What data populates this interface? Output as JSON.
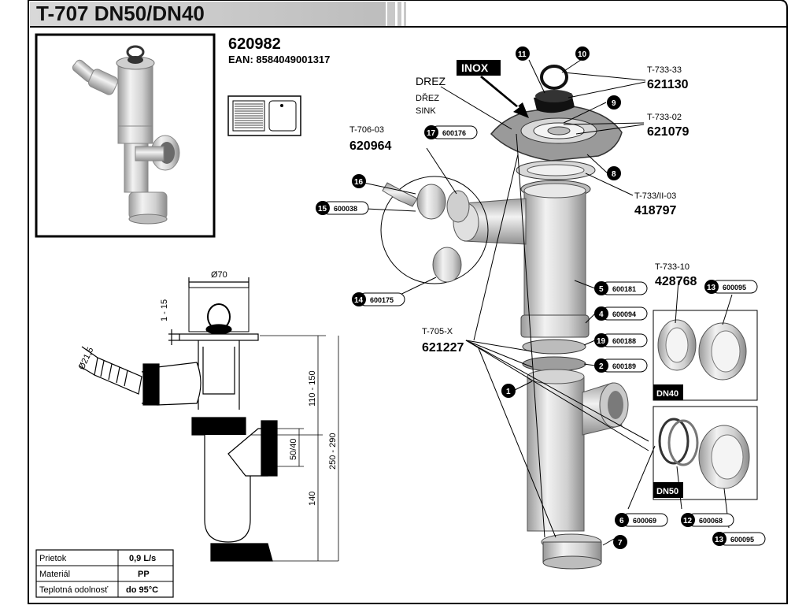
{
  "header": {
    "product_code": "T-707 DN50/DN40"
  },
  "article": {
    "number": "620982",
    "ean": "EAN: 8584049001317"
  },
  "labels": {
    "drez": "DREZ",
    "drez_cz": "DŘEZ",
    "sink": "SINK",
    "inox": "INOX",
    "dn40": "DN40",
    "dn50": "DN50"
  },
  "references": {
    "t733_33": {
      "code": "T-733-33",
      "number": "621130"
    },
    "t733_02": {
      "code": "T-733-02",
      "number": "621079"
    },
    "t733_ii_03": {
      "code": "T-733/II-03",
      "number": "418797"
    },
    "t706_03": {
      "code": "T-706-03",
      "number": "620964"
    },
    "t733_10": {
      "code": "T-733-10",
      "number": "428768"
    },
    "t705_x": {
      "code": "T-705-X",
      "number": "621227"
    }
  },
  "parts": [
    {
      "num": "1",
      "code": ""
    },
    {
      "num": "2",
      "code": "600189"
    },
    {
      "num": "4",
      "code": "600094"
    },
    {
      "num": "5",
      "code": "600181"
    },
    {
      "num": "6",
      "code": "600069"
    },
    {
      "num": "7",
      "code": ""
    },
    {
      "num": "8",
      "code": ""
    },
    {
      "num": "9",
      "code": ""
    },
    {
      "num": "10",
      "code": ""
    },
    {
      "num": "11",
      "code": ""
    },
    {
      "num": "12",
      "code": "600068"
    },
    {
      "num": "13",
      "code": "600095"
    },
    {
      "num": "13",
      "code": "600095"
    },
    {
      "num": "14",
      "code": "600175"
    },
    {
      "num": "15",
      "code": "600038"
    },
    {
      "num": "16",
      "code": ""
    },
    {
      "num": "17",
      "code": "600176"
    },
    {
      "num": "19",
      "code": "600188"
    }
  ],
  "dimensions": {
    "d70": "Ø70",
    "d21_5": "Ø21,5",
    "h1_15": "1 - 15",
    "h110_150": "110 - 150",
    "h250_290": "250 - 290",
    "h50_40": "50/40",
    "h140": "140"
  },
  "specs": [
    {
      "label": "Prietok",
      "value": "0,9 L/s"
    },
    {
      "label": "Materiál",
      "value": "PP"
    },
    {
      "label": "Teplotná odolnosť",
      "value": "do 95°C"
    }
  ],
  "colors": {
    "header_bg": "#c8c8c8",
    "badge_fill": "#000000",
    "part_gray": "#dcdcdc",
    "gasket_dark": "#2a2a2a",
    "gasket_gray": "#9a9a9a"
  }
}
